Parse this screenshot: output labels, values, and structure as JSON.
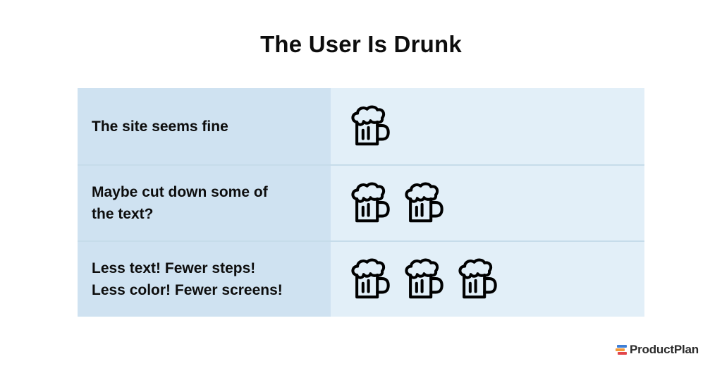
{
  "title": "The User Is Drunk",
  "rows": [
    {
      "label": "The site seems fine",
      "label_lines": [
        "The site seems fine"
      ],
      "mugs": 1
    },
    {
      "label": "Maybe cut down some of the text?",
      "label_lines": [
        "Maybe cut down some of",
        "the text?"
      ],
      "mugs": 2
    },
    {
      "label": "Less text! Fewer steps! Less color! Fewer screens!",
      "label_lines": [
        "Less text! Fewer steps!",
        "Less color! Fewer screens!"
      ],
      "mugs": 3
    }
  ],
  "icon": "beer-mug-icon",
  "colors": {
    "left_cell": "#cfe2f1",
    "right_cell": "#e2eff8",
    "divider": "#c6dcea",
    "text": "#0d0d0d",
    "logo_blue": "#3e7fd6",
    "logo_orange": "#f29a3a",
    "logo_red": "#e2454a"
  },
  "logo": {
    "name": "ProductPlan"
  }
}
